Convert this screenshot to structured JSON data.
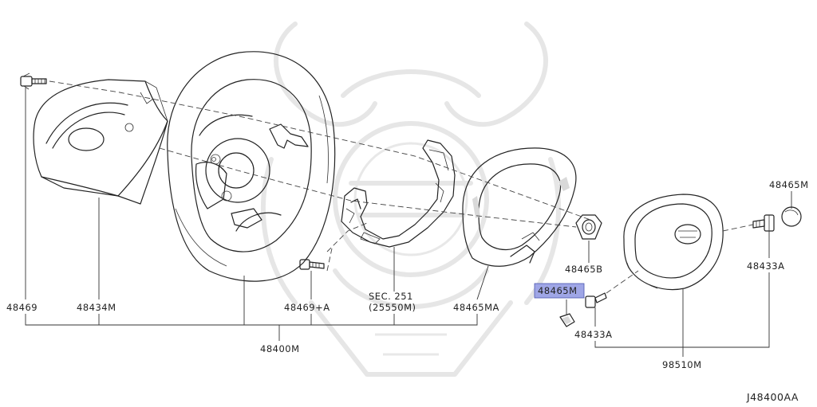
{
  "diagram": {
    "id_code": "J48400AA",
    "highlight_color": "#9fa6e6",
    "callouts": [
      {
        "key": "p48469",
        "text": "48469"
      },
      {
        "key": "p48434M",
        "text": "48434M"
      },
      {
        "key": "p48400M",
        "text": "48400M"
      },
      {
        "key": "p48469A",
        "text": "48469+A"
      },
      {
        "key": "sec251",
        "text": "SEC. 251"
      },
      {
        "key": "sec251sub",
        "text": "(25550M)"
      },
      {
        "key": "p48465MA",
        "text": "48465MA"
      },
      {
        "key": "p48465B",
        "text": "48465B"
      },
      {
        "key": "p48465M_hl",
        "text": "48465M",
        "highlighted": true
      },
      {
        "key": "p48433A_low",
        "text": "48433A"
      },
      {
        "key": "p98510M",
        "text": "98510M"
      },
      {
        "key": "p48465M_top",
        "text": "48465M"
      },
      {
        "key": "p48433A_right",
        "text": "48433A"
      }
    ]
  }
}
